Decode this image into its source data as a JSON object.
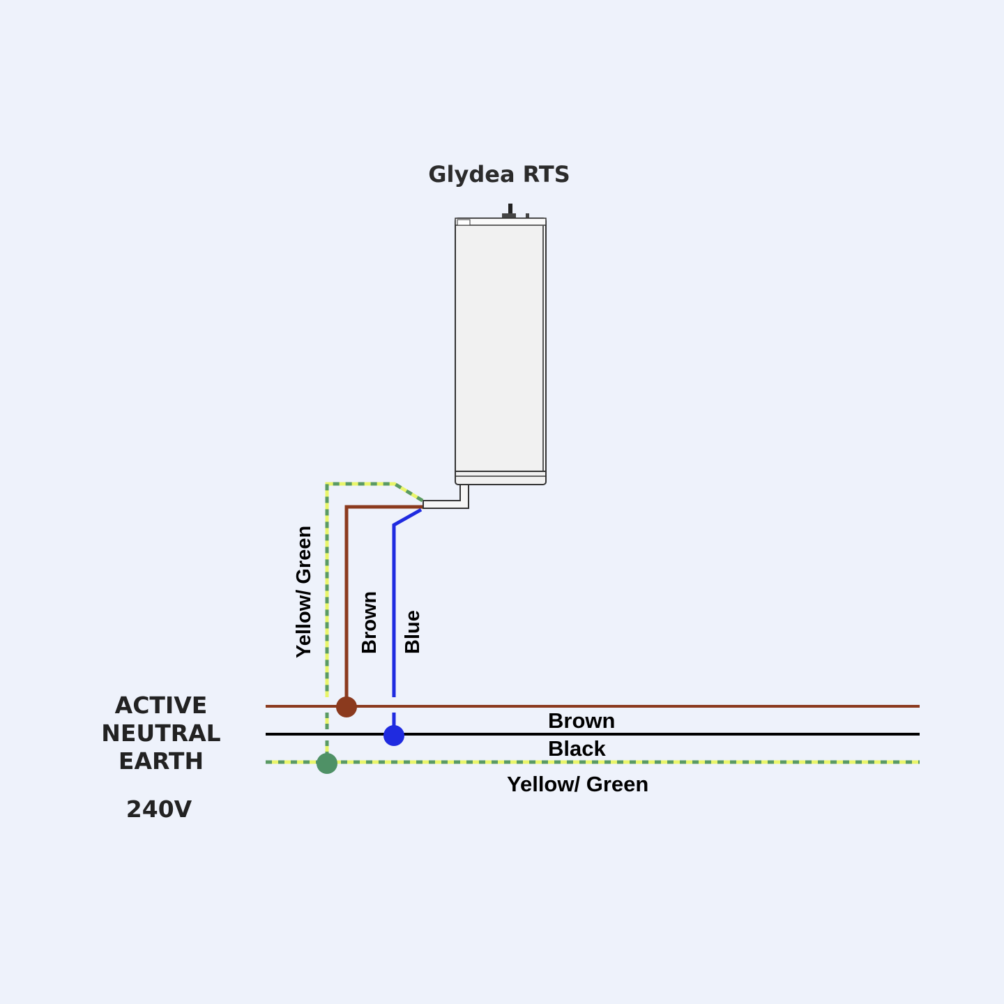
{
  "title": "Glydea RTS",
  "supply": {
    "lines": [
      "ACTIVE",
      "NEUTRAL",
      "EARTH"
    ],
    "voltage": "240V"
  },
  "motor_wires": {
    "earth": "Yellow/ Green",
    "active": "Brown",
    "neutral": "Blue"
  },
  "mains_wires": {
    "active": "Brown",
    "neutral": "Black",
    "earth": "Yellow/ Green"
  },
  "colors": {
    "background": "#eef2fb",
    "brown": "#8b3a1e",
    "blue": "#1f2be0",
    "black": "#000000",
    "earth_yellow": "#e9f56a",
    "earth_green": "#5a9a63",
    "motor_body": "#f1f1f1",
    "junction_earth": "#4f9166"
  }
}
